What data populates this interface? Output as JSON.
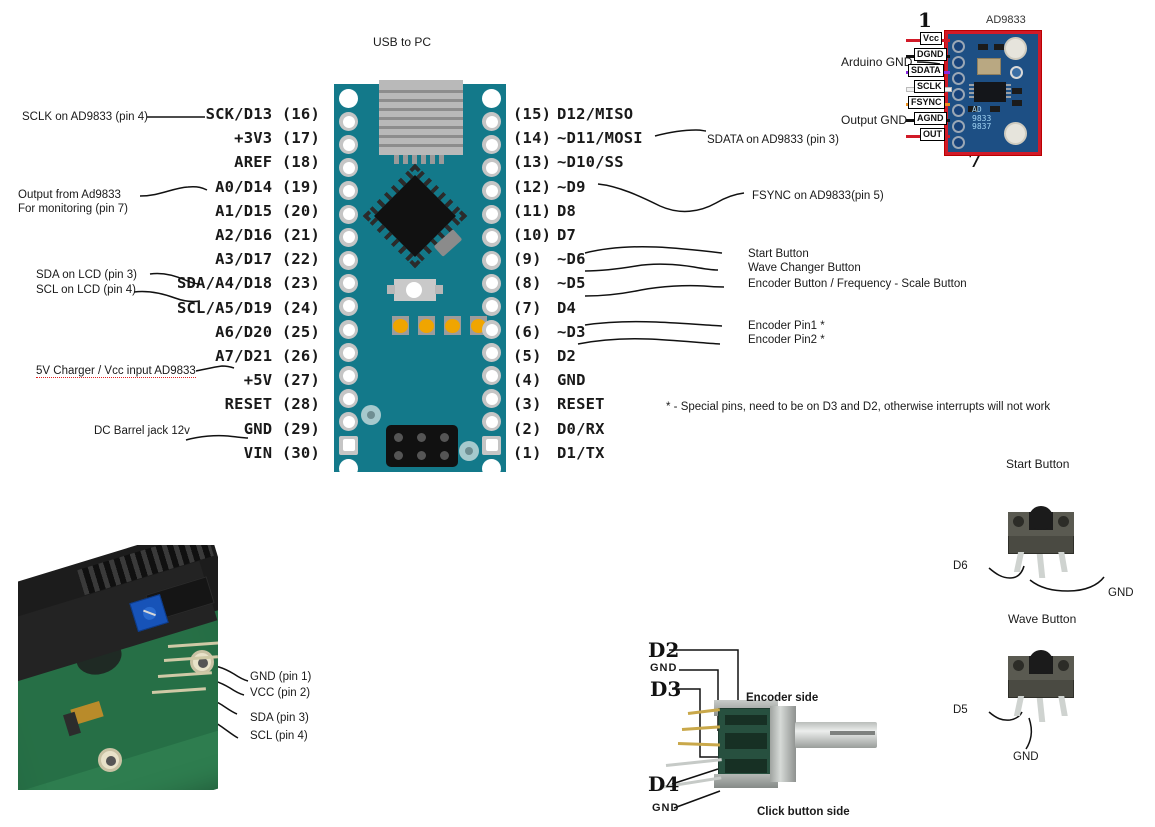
{
  "title": "Arduino Nano AD9833 Function Generator Wiring Diagram",
  "top_labels": {
    "usb_to_pc": "USB to PC",
    "arduino_gnd": "Arduino GND",
    "output_gnd": "Output GND"
  },
  "left_pins": [
    {
      "name": "SCK/D13",
      "num": "(16)"
    },
    {
      "name": "+3V3",
      "num": "(17)"
    },
    {
      "name": "AREF",
      "num": "(18)"
    },
    {
      "name": "A0/D14",
      "num": "(19)"
    },
    {
      "name": "A1/D15",
      "num": "(20)"
    },
    {
      "name": "A2/D16",
      "num": "(21)"
    },
    {
      "name": "A3/D17",
      "num": "(22)"
    },
    {
      "name": "SDA/A4/D18",
      "num": "(23)"
    },
    {
      "name": "SCL/A5/D19",
      "num": "(24)"
    },
    {
      "name": "A6/D20",
      "num": "(25)"
    },
    {
      "name": "A7/D21",
      "num": "(26)"
    },
    {
      "name": "+5V",
      "num": "(27)"
    },
    {
      "name": "RESET",
      "num": "(28)"
    },
    {
      "name": "GND",
      "num": "(29)"
    },
    {
      "name": "VIN",
      "num": "(30)"
    }
  ],
  "right_pins": [
    {
      "num": "(15)",
      "name": "D12/MISO"
    },
    {
      "num": "(14)",
      "name": "~D11/MOSI"
    },
    {
      "num": "(13)",
      "name": "~D10/SS"
    },
    {
      "num": "(12)",
      "name": "~D9"
    },
    {
      "num": "(11)",
      "name": "D8"
    },
    {
      "num": "(10)",
      "name": "D7"
    },
    {
      "num": "(9)",
      "name": "~D6"
    },
    {
      "num": "(8)",
      "name": "~D5"
    },
    {
      "num": "(7)",
      "name": "D4"
    },
    {
      "num": "(6)",
      "name": "~D3"
    },
    {
      "num": "(5)",
      "name": "D2"
    },
    {
      "num": "(4)",
      "name": "GND"
    },
    {
      "num": "(3)",
      "name": "RESET"
    },
    {
      "num": "(2)",
      "name": "D0/RX"
    },
    {
      "num": "(1)",
      "name": "D1/TX"
    }
  ],
  "left_annotations": [
    {
      "text": "SCLK on AD9833 (pin 4)"
    },
    {
      "text": "Output from Ad9833"
    },
    {
      "text": "For monitoring (pin 7)"
    },
    {
      "text": "SDA on LCD (pin 3)"
    },
    {
      "text": "SCL on LCD (pin 4)"
    },
    {
      "text": "5V Charger / Vcc input AD9833"
    },
    {
      "text": "DC Barrel jack 12v"
    }
  ],
  "right_annotations": [
    {
      "text": "SDATA on AD9833 (pin 3)"
    },
    {
      "text": "FSYNC on AD9833(pin 5)"
    },
    {
      "text": "Start Button"
    },
    {
      "text": "Wave Changer Button"
    },
    {
      "text": "Encoder Button / Frequency - Scale Button"
    },
    {
      "text": "Encoder Pin1 *"
    },
    {
      "text": "Encoder Pin2 *"
    }
  ],
  "footnote": "* - Special pins, need to be on D3 and D2,  otherwise interrupts will not work",
  "ad9833": {
    "title": "AD9833",
    "hand_top": "1",
    "hand_bottom": "7",
    "pins": [
      {
        "label": "Vcc",
        "color": "#d11a28"
      },
      {
        "label": "DGND",
        "color": "#111111"
      },
      {
        "label": "SDATA",
        "color": "#8a2be2"
      },
      {
        "label": "SCLK",
        "color": "#f2f2f2"
      },
      {
        "label": "FSYNC",
        "color": "#f0921e"
      },
      {
        "label": "AGND",
        "color": "#111111"
      },
      {
        "label": "OUT",
        "color": "#d11a28"
      }
    ],
    "silk": "AD\n9833\n9837"
  },
  "lcd": {
    "annotations": [
      "GND (pin 1)",
      "VCC (pin 2)",
      "SDA (pin 3)",
      "SCL (pin 4)"
    ]
  },
  "encoder": {
    "labels": {
      "d2": "D2",
      "gnd_top": "GND",
      "d3": "D3",
      "d4": "D4",
      "gnd_bottom": "GND"
    },
    "encoder_side": "Encoder side",
    "click_side": "Click button side"
  },
  "buttons": [
    {
      "title": "Start Button",
      "pin": "D6",
      "gnd": "GND"
    },
    {
      "title": "Wave Button",
      "pin": "D5",
      "gnd": "GND"
    }
  ],
  "colors": {
    "pcb_teal": "#13798a",
    "pcb_red": "#d11a28",
    "pcb_blue": "#1d4f84",
    "led_yellow": "#f0a500",
    "text": "#1a1a1a"
  }
}
